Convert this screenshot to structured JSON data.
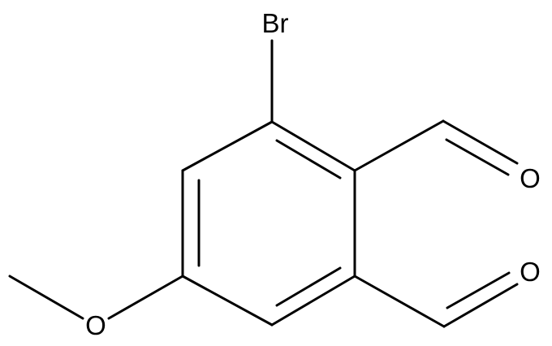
{
  "structure": {
    "atoms": {
      "bromine": "Br",
      "oxygen_aldehyde_upper": "O",
      "oxygen_aldehyde_lower": "O",
      "oxygen_methoxy": "O"
    }
  }
}
